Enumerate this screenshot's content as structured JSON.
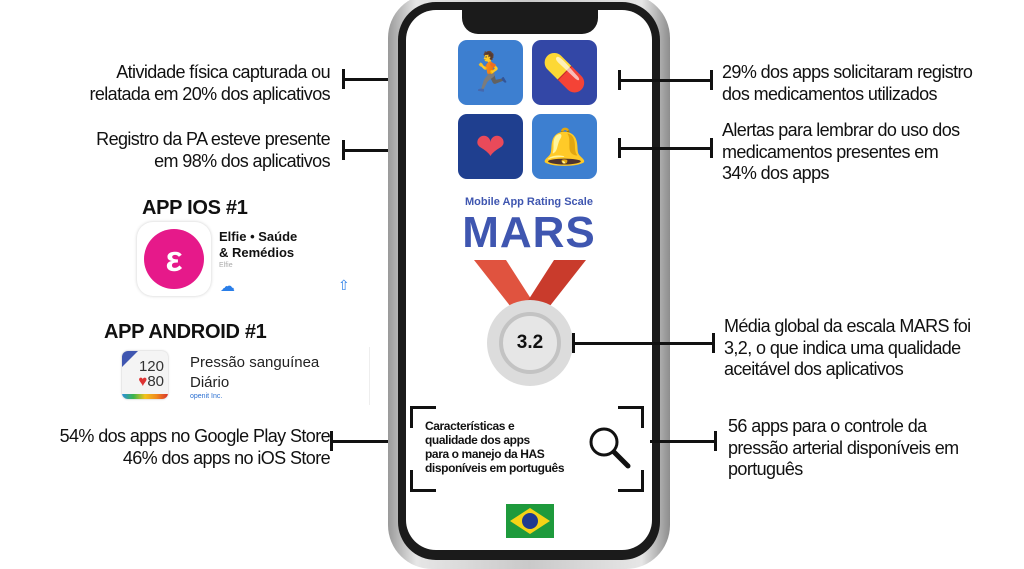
{
  "left": {
    "activity": [
      "Atividade física capturada ou",
      "relatada em 20% dos aplicativos"
    ],
    "pa": [
      "Registro da PA esteve presente",
      "em 98% dos aplicativos"
    ],
    "stores": [
      "54% dos apps no Google Play Store",
      "46% dos apps no iOS Store"
    ]
  },
  "right": {
    "meds": [
      "29% dos apps solicitaram registro",
      "dos medicamentos utilizados"
    ],
    "alerts": [
      "Alertas para lembrar do uso dos",
      "medicamentos presentes em",
      "34% dos apps"
    ],
    "mars": [
      "Média global da escala MARS foi",
      "3,2, o que indica uma qualidade",
      "aceitável dos aplicativos"
    ],
    "count": [
      "56 apps para o controle da",
      "pressão arterial disponíveis em",
      "português"
    ]
  },
  "ios": {
    "heading": "APP IOS #1",
    "name1": "Elfie • Saúde",
    "name2": "& Remédios",
    "dev": "Elfie"
  },
  "android": {
    "heading": "APP ANDROID #1",
    "name1": "Pressão sanguínea",
    "name2": "Diário",
    "dev": "openit Inc.",
    "sys": "120",
    "dia": "80"
  },
  "phone": {
    "subtitle": "Mobile App Rating Scale",
    "title": "MARS",
    "score": "3.2",
    "box": [
      "Características e",
      "qualidade dos apps",
      "para o manejo da HAS",
      "disponíveis em português"
    ]
  },
  "colors": {
    "blue": "#3f56b0",
    "ribbon": "#e0533f",
    "pink": "#e6198a"
  }
}
